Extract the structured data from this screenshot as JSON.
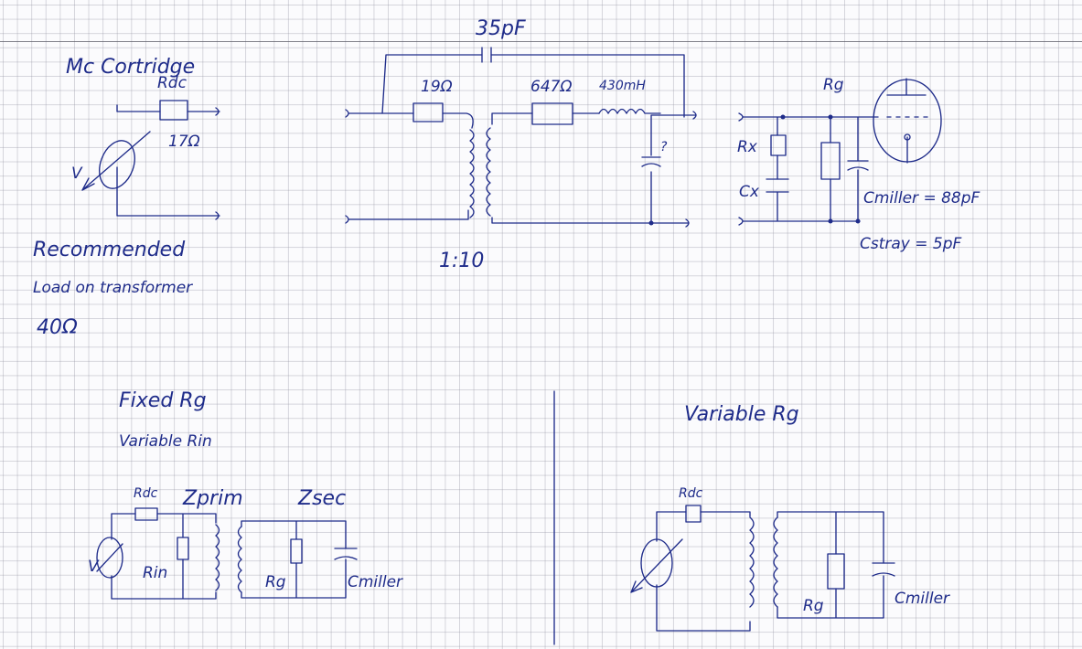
{
  "colors": {
    "ink": "#1f2c8a",
    "paper": "#fbfbfd",
    "grid": "#9696a5"
  },
  "top_left": {
    "title": "Mc Cortridge",
    "rdc_label": "Rdc",
    "rdc_value": "17Ω",
    "source_label": "V",
    "note_line1": "Recommended",
    "note_line2": "Load on transformer",
    "note_line3": "40Ω"
  },
  "transformer": {
    "cap_top": "35pF",
    "r_primary": "19Ω",
    "r_secondary": "647Ω",
    "inductance": "430mH",
    "cap_unknown": "?",
    "ratio": "1:10"
  },
  "tube_input": {
    "r_grid": "Rg",
    "rx_label": "Rx",
    "cx_label": "Cx",
    "c_miller": "Cmiller = 88pF",
    "c_stray": "Cstray = 5pF"
  },
  "bottom_left": {
    "title_line1": "Fixed Rg",
    "title_line2": "Variable Rin",
    "rdc_label": "Rdc",
    "z_prim": "Zprim",
    "z_sec": "Zsec",
    "source_label": "V",
    "rin_label": "Rin",
    "rg_label": "Rg",
    "cmiller_label": "Cmiller"
  },
  "bottom_right": {
    "title": "Variable Rg",
    "rdc_label": "Rdc",
    "rg_label": "Rg",
    "cmiller_label": "Cmiller"
  }
}
